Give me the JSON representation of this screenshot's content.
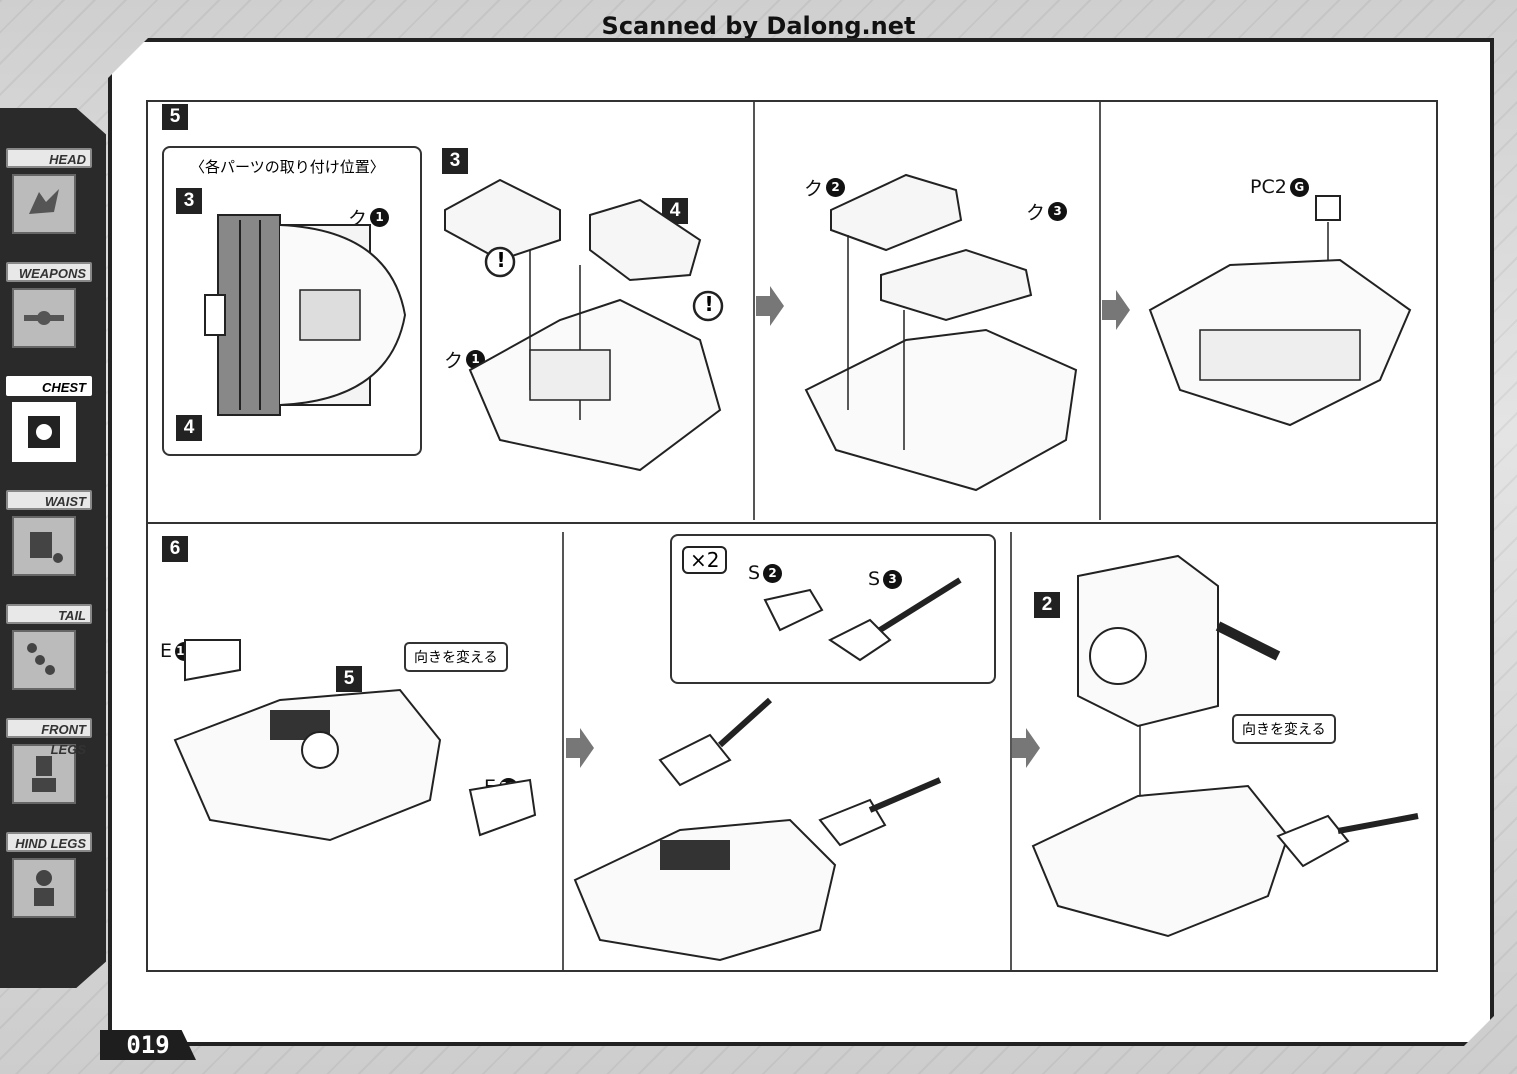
{
  "scan_credit": "Scanned by Dalong.net",
  "page_number": "019",
  "sidebar": {
    "items": [
      {
        "label": "HEAD",
        "active": false
      },
      {
        "label": "WEAPONS",
        "active": false
      },
      {
        "label": "CHEST",
        "active": true
      },
      {
        "label": "WAIST",
        "active": false
      },
      {
        "label": "TAIL",
        "active": false
      },
      {
        "label": "FRONT LEGS",
        "active": false
      },
      {
        "label": "HIND LEGS",
        "active": false
      }
    ]
  },
  "step5": {
    "number": "5",
    "inset": {
      "title": "〈各パーツの取り付け位置〉",
      "marker_top": "3",
      "marker_bottom": "4",
      "part": {
        "letter": "ク",
        "num": "1"
      }
    },
    "panel1": {
      "badge": "3",
      "badge2": "4",
      "part": {
        "letter": "ク",
        "num": "1"
      },
      "caution": "!"
    },
    "panel2": {
      "part_a": {
        "letter": "ク",
        "num": "2"
      },
      "part_b": {
        "letter": "ク",
        "num": "3"
      }
    },
    "panel3": {
      "part": {
        "letter": "PC2",
        "num": "G"
      }
    }
  },
  "step6": {
    "number": "6",
    "panel1": {
      "part_a": {
        "letter": "E",
        "num": "10"
      },
      "part_b": {
        "letter": "E",
        "num": "11"
      },
      "badge": "5",
      "callout": "向きを変える"
    },
    "panel2": {
      "multiplier": "×2",
      "part_a": {
        "letter": "S",
        "num": "2"
      },
      "part_b": {
        "letter": "S",
        "num": "3"
      }
    },
    "panel3": {
      "badge": "2",
      "callout": "向きを変える"
    }
  }
}
